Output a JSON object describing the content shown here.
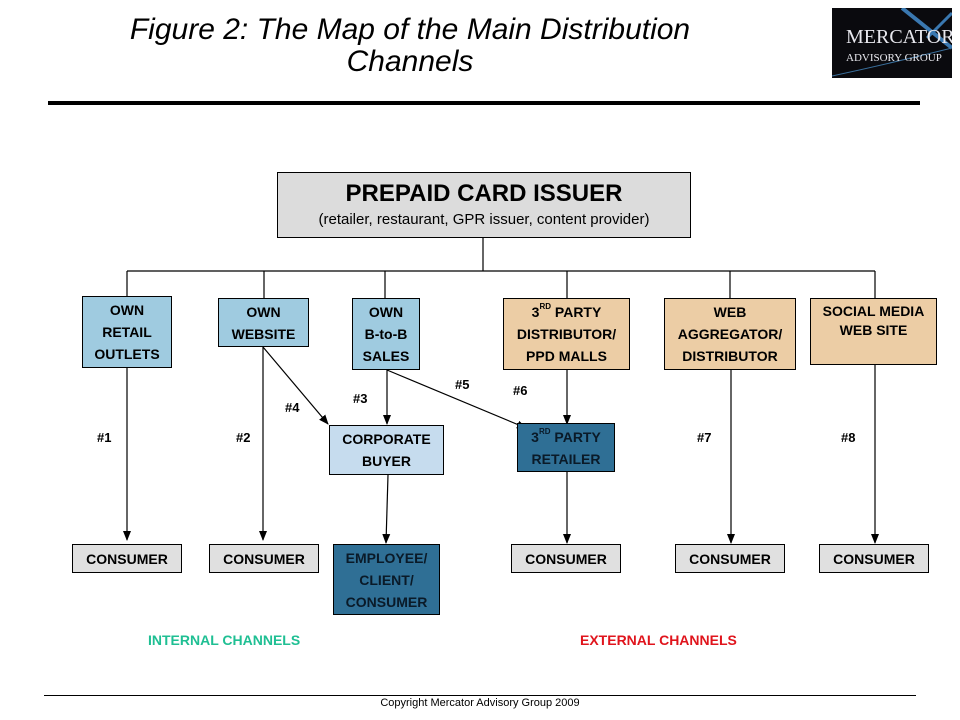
{
  "header": {
    "title_line1": "Figure 2: The Map of the Main Distribution",
    "title_line2": "Channels",
    "logo": {
      "line1": "MERCATOR",
      "line2": "ADVISORY GROUP"
    }
  },
  "diagram": {
    "issuer": {
      "title": "PREPAID CARD ISSUER",
      "subtitle": "(retailer, restaurant, GPR issuer, content provider)"
    },
    "channels": [
      {
        "id": "own-retail",
        "lines": [
          "OWN",
          "RETAIL",
          "OUTLETS"
        ],
        "type": "internal",
        "color": "#9fcbe0"
      },
      {
        "id": "own-website",
        "lines": [
          "OWN",
          "WEBSITE"
        ],
        "type": "internal",
        "color": "#9fcbe0"
      },
      {
        "id": "own-b2b",
        "lines": [
          "OWN",
          "B-to-B",
          "SALES"
        ],
        "type": "internal",
        "color": "#9fcbe0"
      },
      {
        "id": "third-party-distributor",
        "lines": [
          "3RD PARTY",
          "DISTRIBUTOR/",
          "PPD MALLS"
        ],
        "sup": "RD",
        "type": "external",
        "color": "#eccda5"
      },
      {
        "id": "web-aggregator",
        "lines": [
          "WEB",
          "AGGREGATOR/",
          "DISTRIBUTOR"
        ],
        "type": "external",
        "color": "#eccda5"
      },
      {
        "id": "social-media",
        "lines": [
          "SOCIAL MEDIA",
          "WEB SITE"
        ],
        "type": "external",
        "color": "#eccda5"
      }
    ],
    "intermediaries": [
      {
        "id": "corporate-buyer",
        "lines": [
          "CORPORATE",
          "BUYER"
        ],
        "color": "#c6dcee"
      },
      {
        "id": "third-party-retailer",
        "lines": [
          "3RD PARTY",
          "RETAILER"
        ],
        "color": "#2f6f95"
      }
    ],
    "endpoints": [
      {
        "label": "CONSUMER"
      },
      {
        "label": "CONSUMER"
      },
      {
        "lines": [
          "EMPLOYEE/",
          "CLIENT/",
          "CONSUMER"
        ]
      },
      {
        "label": "CONSUMER"
      },
      {
        "label": "CONSUMER"
      },
      {
        "label": "CONSUMER"
      }
    ],
    "path_labels": [
      "#1",
      "#2",
      "#3",
      "#4",
      "#5",
      "#6",
      "#7",
      "#8"
    ],
    "edges": [
      {
        "from": "issuer",
        "to": "own-retail"
      },
      {
        "from": "issuer",
        "to": "own-website"
      },
      {
        "from": "issuer",
        "to": "own-b2b"
      },
      {
        "from": "issuer",
        "to": "third-party-distributor"
      },
      {
        "from": "issuer",
        "to": "web-aggregator"
      },
      {
        "from": "issuer",
        "to": "social-media"
      },
      {
        "from": "own-retail",
        "to": "consumer-1",
        "label": "#1"
      },
      {
        "from": "own-website",
        "to": "consumer-2",
        "label": "#2"
      },
      {
        "from": "own-b2b",
        "to": "corporate-buyer",
        "label": "#3"
      },
      {
        "from": "own-website",
        "to": "corporate-buyer",
        "label": "#4"
      },
      {
        "from": "own-b2b",
        "to": "third-party-retailer",
        "label": "#5"
      },
      {
        "from": "third-party-distributor",
        "to": "third-party-retailer",
        "label": "#6"
      },
      {
        "from": "corporate-buyer",
        "to": "employee-client-consumer"
      },
      {
        "from": "third-party-retailer",
        "to": "consumer-4"
      },
      {
        "from": "web-aggregator",
        "to": "consumer-5",
        "label": "#7"
      },
      {
        "from": "social-media",
        "to": "consumer-6",
        "label": "#8"
      }
    ]
  },
  "legend": {
    "internal": "INTERNAL CHANNELS",
    "external": "EXTERNAL CHANNELS",
    "internal_color": "#1fbf93",
    "external_color": "#e0141c"
  },
  "footer": {
    "copyright": "Copyright Mercator Advisory Group 2009"
  }
}
